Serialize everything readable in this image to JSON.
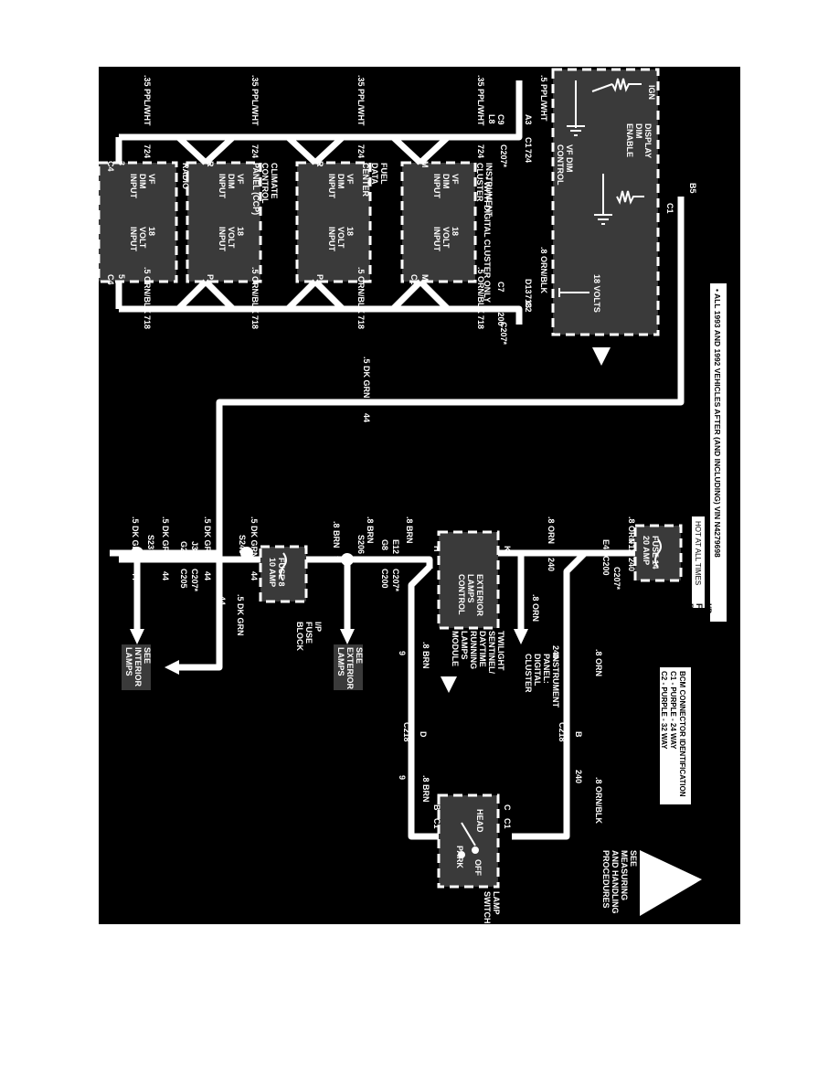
{
  "note": "• ALL 1993 AND 1992 VEHICLES AFTER (AND INCLUDING) VIN N4279698",
  "hot_at_all_times": "HOT AT ALL TIMES",
  "bcm": {
    "title_lines": [
      "BODY",
      "COMPUTER",
      "MODULE",
      "(BCM)"
    ],
    "ign": "IGN",
    "display_lines": [
      "DISPLAY",
      "DIM",
      "ENABLE"
    ],
    "vf_dim_control_lines": [
      "VF DIM",
      "CONTROL"
    ],
    "volts": "18 VOLTS",
    "pin_a3": "A3",
    "conn_c1": "C1",
    "pin_b5": "B5",
    "conn_c1b": "C1",
    "pin_d13": "D13",
    "conn_c2": "C2"
  },
  "bcm_connector_id": {
    "title": "BCM CONNECTOR IDENTIFICATION",
    "c1": "C1 - PURPLE - 24 WAY",
    "c2": "C2 - PURPLE - 32 WAY"
  },
  "esd": {
    "lines": [
      "SEE",
      "MEASURING",
      "AND HANDLING",
      "PROCEDURES"
    ]
  },
  "left_wires": {
    "top_labels": [
      ".5 PPL/WHT",
      ".35 PPL/WHT",
      ".35 PPL/WHT",
      ".35 PPL/WHT",
      ".35 PPL/WHT"
    ],
    "circuit_724": "724",
    "c9": "C9",
    "l8": "L8",
    "c207": "C207*",
    "bottom_labels": [
      ".8 ORN/BLK",
      ".5 ORN/BLK",
      ".5 ORN/BLK",
      ".5 ORN/BLK",
      ".5 ORN/BLK"
    ],
    "circuit_718": "718",
    "c7": "C7",
    "c200": "C200",
    "c207b": "C207*"
  },
  "modules": [
    {
      "name_lines": [
        "INSTRUMENT",
        "CLUSTER"
      ],
      "note": "• WITH DIGITAL CLUSTER ONLY",
      "input_lines": [
        "VF",
        "DIM",
        "INPUT"
      ],
      "volt_lines": [
        "18",
        "VOLT",
        "INPUT"
      ],
      "pin_left": "M",
      "pin_right": "M",
      "conn": "C2"
    },
    {
      "name_lines": [
        "FUEL",
        "DATA",
        "CENTER"
      ],
      "input_lines": [
        "VF",
        "DIM",
        "INPUT"
      ],
      "volt_lines": [
        "18",
        "VOLT",
        "INPUT"
      ],
      "pin_left": "R",
      "pin_right": "P"
    },
    {
      "name_lines": [
        "CLIMATE",
        "CONTROL",
        "PANEL (CCP)"
      ],
      "input_lines": [
        "VF",
        "DIM",
        "INPUT"
      ],
      "volt_lines": [
        "18",
        "VOLT",
        "INPUT"
      ],
      "pin_left": "R",
      "pin_right": "P"
    },
    {
      "name_lines": [
        "RADIO"
      ],
      "input_lines": [
        "VF",
        "DIM",
        "INPUT"
      ],
      "volt_lines": [
        "18",
        "VOLT",
        "INPUT"
      ],
      "pin_left": "3",
      "pin_right": "5",
      "conn_left": "C4",
      "conn_right": "C4"
    }
  ],
  "dk_grn": {
    ".5 DK GRN": ".5 DK GRN",
    "circuit_44": "44",
    "s243": "S243",
    "j3": "J3",
    "g2": "G2",
    "c207": "C207*",
    "c205": "C205",
    "s237": "S237"
  },
  "see_interior": [
    "SEE",
    "INTERIOR",
    "LAMPS"
  ],
  "see_exterior": [
    "SEE",
    "EXTERIOR",
    "LAMPS"
  ],
  "fuse14": {
    "lines": [
      "FUSE 14",
      "20 AMP"
    ],
    "block_lines": [
      "I/P",
      "FUSE",
      "BLOCK"
    ]
  },
  "fuse8": {
    "lines": [
      "FUSE 8",
      "10 AMP"
    ],
    "block_lines": [
      "I/P",
      "FUSE",
      "BLOCK"
    ]
  },
  "orn": {
    ".8 ORN": ".8 ORN",
    "circuit_240": "240",
    "f12": "F12",
    "e4": "E4",
    "c200": "C200",
    "c207": "C207*"
  },
  "brn": {
    ".8 BRN": ".8 BRN",
    "circuit_9": "9",
    "e12": "E12",
    "g8": "G8",
    "c207": "C207*",
    "c200": "C200",
    "s206": "S206"
  },
  "ext_lamps_module": {
    "lines": [
      "EXTERIOR",
      "LAMPS",
      "CONTROL"
    ],
    "title_lines": [
      "TWILIGHT",
      "SENTINEL/",
      "DAYTIME",
      "RUNNING",
      "LAMPS",
      "MODULE"
    ],
    "pin_k": "K",
    "pin_h": "H"
  },
  "ip_digital": [
    "INSTRUMENT",
    "PANEL:",
    "DIGITAL",
    "CLUSTER"
  ],
  "c218": "C218",
  "pin_b": "B",
  "pin_d": "D",
  "orn_blk": ".8 ORN/BLK",
  "lamp_switch": {
    "title_lines": [
      "LAMP",
      "SWITCH"
    ],
    "head": "HEAD",
    "park": "PARK",
    "off": "OFF",
    "pin_c": "C",
    "pin_b": "B",
    "conn": "C1"
  }
}
